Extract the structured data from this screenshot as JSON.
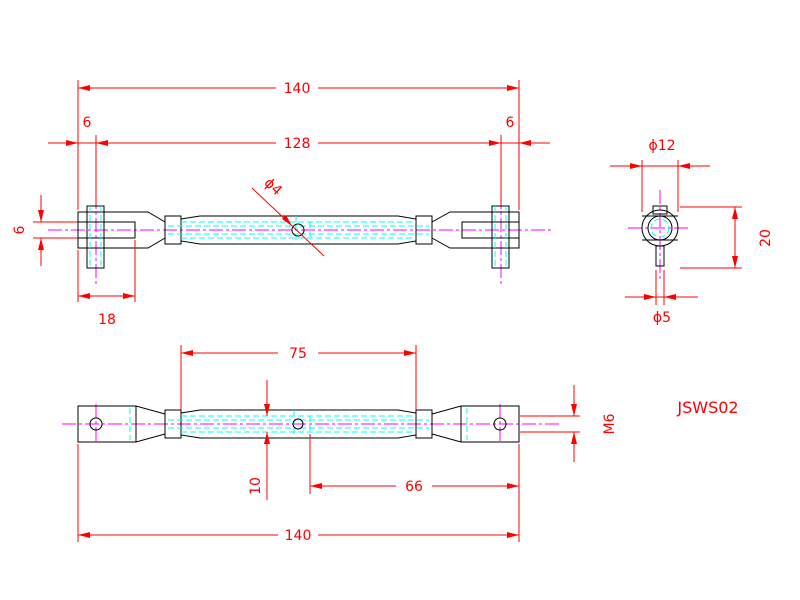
{
  "drawing": {
    "part_number": "JSWS02",
    "colors": {
      "outline": "#000000",
      "hidden_line": "#00ffff",
      "center_line": "#ff00ff",
      "dimension": "#ff0000",
      "background": "#ffffff"
    },
    "front_view": {
      "overall_length": "140",
      "center_length": "128",
      "left_offset": "6",
      "right_offset": "6",
      "hole_diameter": "ϕ4",
      "slot_width": "6",
      "clevis_depth": "18"
    },
    "side_view": {
      "outer_diameter": "ϕ12",
      "pin_diameter": "ϕ5",
      "height": "20"
    },
    "top_view": {
      "body_length": "75",
      "thread": "M6",
      "offset": "10",
      "half_length": "66",
      "overall_length": "140"
    }
  }
}
